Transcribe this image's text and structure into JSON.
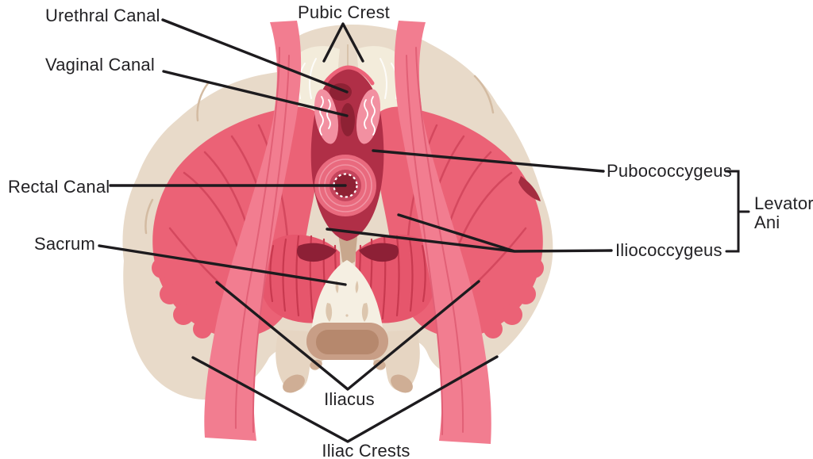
{
  "figure": {
    "type": "anatomical-diagram",
    "subject": "Pelvic floor muscles, superior view",
    "background": "#ffffff"
  },
  "palette": {
    "label_text": "#232225",
    "leader_line": "#1d1b1e",
    "hip_bone_beige": "#e8dac9",
    "bone_shadow_tan": "#d3bba2",
    "pubic_bone_cream": "#f3ecdb",
    "muscle_pink": "#eb6276",
    "muscle_streak": "#d4485e",
    "psoas_band_pink": "#f27d90",
    "band_streak": "#e16076",
    "sphincter_lobe_pink": "#f290a1",
    "rib_muscle_pink": "#e6566c",
    "rib_streak": "#c8394f",
    "cavity_red": "#b02f47",
    "opening_dark_red": "#8e2134",
    "rectal_mid_red": "#c4445c",
    "sacrum_cream": "#f5efe2",
    "sacrum_detail": "#dcc6ae",
    "coccyx_tan_light": "#c89e86",
    "coccyx_tan_dark": "#b6886d",
    "bone_tip_tan": "#cfae95"
  },
  "labels": {
    "urethral_canal": "Urethral Canal",
    "vaginal_canal": "Vaginal Canal",
    "pubic_crest": "Pubic Crest",
    "rectal_canal": "Rectal Canal",
    "sacrum": "Sacrum",
    "pubococcygeus": "Pubococcygeus",
    "iliococcygeus": "Iliococcygeus",
    "iliacus": "Iliacus",
    "iliac_crests": "Iliac Crests",
    "levator_ani": {
      "line1": "Levator",
      "line2": "Ani"
    }
  }
}
